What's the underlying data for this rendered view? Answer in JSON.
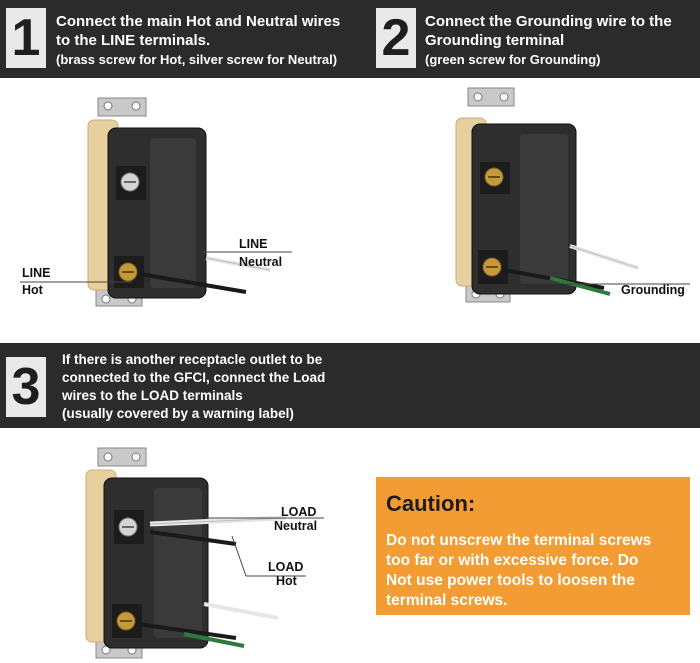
{
  "steps": [
    {
      "number": "1",
      "lines": [
        "Connect the main Hot and Neutral wires",
        "to the LINE terminals.",
        "(brass screw for Hot, silver screw for Neutral)"
      ]
    },
    {
      "number": "2",
      "lines": [
        "Connect the Grounding wire to the",
        "Grounding terminal",
        "(green screw for Grounding)"
      ]
    },
    {
      "number": "3",
      "lines": [
        "If there is another receptacle outlet to be",
        "connected to the GFCI, connect the Load",
        "wires to the LOAD terminals",
        "(usually covered by a warning label)"
      ]
    }
  ],
  "diagram1": {
    "line_neutral_top": "LINE",
    "line_neutral_bottom": "Neutral",
    "line_hot_top": "LINE",
    "line_hot_bottom": "Hot"
  },
  "diagram2": {
    "grounding": "Grounding"
  },
  "diagram3": {
    "load_neutral_top": "LOAD",
    "load_neutral_bottom": "Neutral",
    "load_hot_top": "LOAD",
    "load_hot_bottom": "Hot"
  },
  "caution": {
    "title": "Caution:",
    "lines": [
      "Do not unscrew the terminal screws",
      "too far or with excessive force. Do",
      "Not use power tools to loosen the",
      "terminal screws."
    ]
  },
  "colors": {
    "band": "#2b2b2b",
    "caution_bg": "#f29c33",
    "receptacle_body": "#2e2e2e",
    "faceplate": "#e8cf9e",
    "strap": "#c9c9c9",
    "ground_wire": "#2d7a3c",
    "neutral_wire": "#e6e6e6",
    "hot_wire": "#1a1a1a",
    "brass": "#c49a3c"
  }
}
